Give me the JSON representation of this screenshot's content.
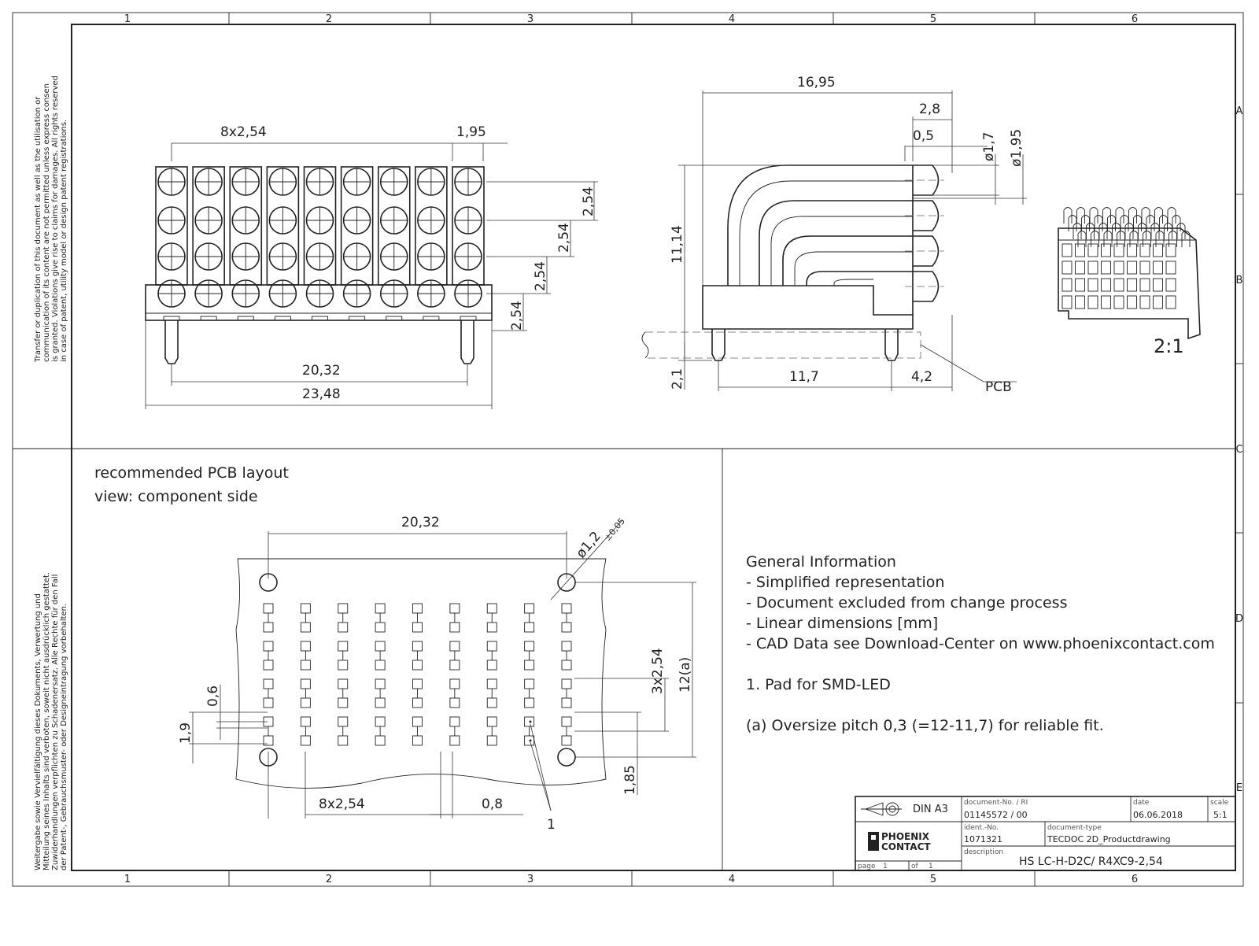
{
  "frame": {
    "cols": [
      "1",
      "2",
      "3",
      "4",
      "5",
      "6"
    ],
    "rows": [
      "A",
      "B",
      "C",
      "D",
      "E"
    ]
  },
  "side_text_en": [
    "Transfer or duplication of this document as well as the utilisation or",
    "communication of its content are not permitted unless express consen",
    "is granted. Violations give rise to claims for damages. All rights reserved",
    "in case of patent, utility model or design patent registrations."
  ],
  "side_text_de": [
    "Weitergabe sowie Vervielfältigung dieses Dokuments, Verwertung und",
    "Mitteilung seines Inhalts sind verboten, soweit nicht ausdrücklich gestattet.",
    "Zuwiderhandlungen verpflichten zu Schadenersatz. Alle Rechte für den Fall",
    "der Patent-, Gebrauchsmuster- oder Designeintragung vorbehalten."
  ],
  "front_view": {
    "dim_pitch_top": "8x2,54",
    "dim_gap": "1,95",
    "dim_row_1": "2,54",
    "dim_row_2": "2,54",
    "dim_row_3": "2,54",
    "dim_row_4": "2,54",
    "dim_width_inner": "20,32",
    "dim_width_outer": "23,48"
  },
  "side_view": {
    "dim_length": "16,95",
    "dim_2_8": "2,8",
    "dim_0_5": "0,5",
    "dim_dia_1_7": "ø1,7",
    "dim_dia_1_95": "ø1,95",
    "dim_height": "11,14",
    "dim_pin": "2,1",
    "dim_11_7": "11,7",
    "dim_4_2": "4,2",
    "pcb_label": "PCB"
  },
  "scale_label": "2:1",
  "pcb_layout": {
    "title_line1": "recommended PCB layout",
    "title_line2": "view: component side",
    "dim_20_32": "20,32",
    "dim_hole": "ø1,2",
    "dim_hole_tol": "±0,05",
    "dim_3x": "3x2,54",
    "dim_12a": "12(a)",
    "dim_0_6": "0,6",
    "dim_1_9": "1,9",
    "dim_1_85": "1,85",
    "dim_8x": "8x2,54",
    "dim_0_8": "0,8",
    "callout_1": "1"
  },
  "general_info": {
    "heading": "General Information",
    "items": [
      "- Simplified representation",
      "- Document excluded from change process",
      "- Linear dimensions [mm]",
      "- CAD Data see Download-Center on www.phoenixcontact.com"
    ],
    "note_1": "1. Pad for SMD-LED",
    "note_a": "(a) Oversize pitch 0,3 (=12-11,7) for reliable fit."
  },
  "title_block": {
    "format": "DIN A3",
    "doc_no_label": "document-No. / RI",
    "doc_no": "01145572  / 00",
    "date_label": "date",
    "date": "06.06.2018",
    "scale_label": "scale",
    "scale": "5:1",
    "ident_label": "ident.-No.",
    "ident": "1071321",
    "doctype_label": "document-type",
    "doctype": "TECDOC 2D_Productdrawing",
    "desc_label": "description",
    "desc": "HS LC-H-D2C/ R4XC9-2,54",
    "page_label": "page",
    "page": "1",
    "of_label": "of",
    "of": "1",
    "logo_line1": "PHOENIX",
    "logo_line2": "CONTACT"
  }
}
